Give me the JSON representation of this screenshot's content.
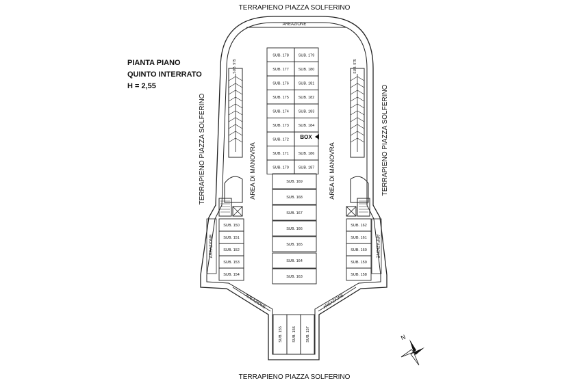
{
  "labels": {
    "top": "TERRAPIENO PIAZZA SOLFERINO",
    "bottom": "TERRAPIENO PIAZZA SOLFERINO",
    "left": "TERRAPIENO PIAZZA SOLFERINO",
    "right": "TERRAPIENO PIAZZA SOLFERINO"
  },
  "title": {
    "line1": "PIANTA PIANO",
    "line2": "QUINTO INTERRATO",
    "line3": "H = 2,55"
  },
  "areazione": {
    "top": "AREAZIONE",
    "left": "AREAZIONE",
    "right": "AREAZIONE",
    "diag_left": "AREAZIONE",
    "diag_right": "AREAZIONE"
  },
  "manovra": {
    "left": "AREA DI MANOVRA",
    "right": "AREA DI MANOVRA"
  },
  "box_label": "BOX",
  "stair_left": "SUB. 975",
  "stair_right": "SUB. 975",
  "grid_left": [
    "SUB. 178",
    "SUB. 177",
    "SUB. 176",
    "SUB. 175",
    "SUB. 174",
    "SUB. 173",
    "SUB. 172",
    "SUB. 171",
    "SUB. 170"
  ],
  "grid_right": [
    "SUB. 179",
    "SUB. 180",
    "SUB. 181",
    "SUB. 182",
    "SUB. 183",
    "SUB. 184",
    "",
    "SUB. 186",
    "SUB. 187"
  ],
  "center_units": [
    "SUB. 169",
    "SUB. 168",
    "SUB. 167",
    "SUB. 166",
    "SUB. 165",
    "SUB. 164",
    "SUB. 163"
  ],
  "left_units": [
    "SUB. 150",
    "SUB. 151",
    "SUB. 152",
    "SUB. 153",
    "SUB. 154"
  ],
  "right_units": [
    "SUB. 162",
    "SUB. 161",
    "SUB. 160",
    "SUB. 159",
    "SUB. 158"
  ],
  "bottom_units": [
    "SUB. 155",
    "SUB. 156",
    "SUB. 157"
  ],
  "compass": {
    "north": "N"
  }
}
